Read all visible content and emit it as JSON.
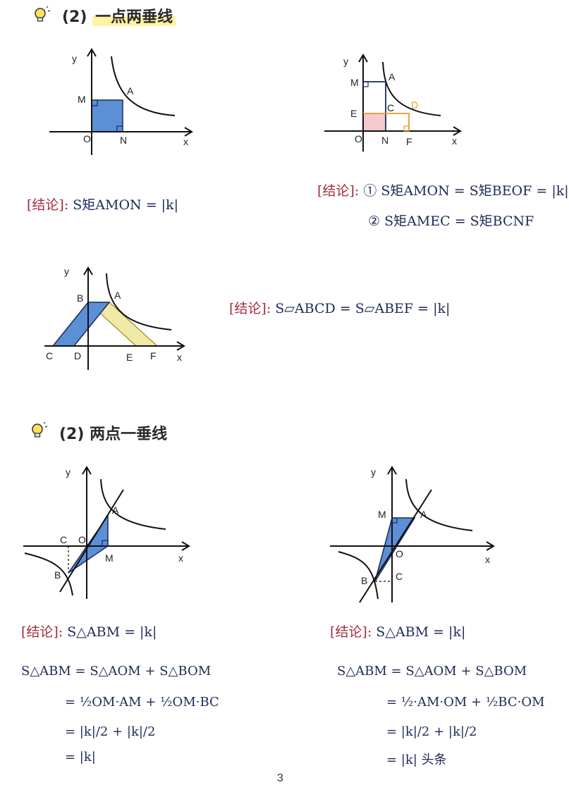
{
  "section1": {
    "number": "(2)",
    "title": "一点两垂线"
  },
  "section2": {
    "number": "(2)",
    "title": "两点一垂线"
  },
  "fig1": {
    "y": "y",
    "x": "x",
    "o": "O",
    "m": "M",
    "n": "N",
    "a": "A"
  },
  "fig2": {
    "y": "y",
    "x": "x",
    "o": "O",
    "m": "M",
    "a": "A",
    "e": "E",
    "c": "C",
    "d": "D",
    "n": "N",
    "f": "F"
  },
  "fig3": {
    "y": "y",
    "x": "x",
    "b": "B",
    "a": "A",
    "c": "C",
    "d": "D",
    "e": "E",
    "f": "F"
  },
  "fig4": {
    "y": "y",
    "x": "x",
    "c": "C",
    "o": "O",
    "a": "A",
    "m": "M",
    "b": "B"
  },
  "fig5": {
    "y": "y",
    "x": "x",
    "m": "M",
    "a": "A",
    "o": "O",
    "b": "B",
    "c": "C"
  },
  "conclusion_label": "[结论]",
  "c1": {
    "text": "S矩AMON = |k|"
  },
  "c2": {
    "line1": "① S矩AMON = S矩BEOF = |k|",
    "line2": "② S矩AMEC = S矩BCNF"
  },
  "c3": {
    "text": "S▱ABCD = S▱ABEF = |k|"
  },
  "c4": {
    "text": "S△ABM = |k|"
  },
  "c5": {
    "text": "S△ABM = |k|"
  },
  "deriv_left": [
    "S△ABM = S△AOM + S△BOM",
    "= ½OM·AM + ½OM·BC",
    "= |k|/2 + |k|/2",
    "= |k|"
  ],
  "deriv_right": [
    "S△ABM = S△AOM + S△BOM",
    "= ½·AM·OM + ½BC·OM",
    "= |k|/2 + |k|/2",
    "= |k| 头条"
  ],
  "page_number": "3",
  "colors": {
    "blue_fill": "#5b8fd6",
    "yellow_fill": "#f1e9a6",
    "pink_fill": "#f6c9cf",
    "orange": "#e79a2b",
    "red_ink": "#a42c3c",
    "blue_ink": "#1c2a55"
  }
}
